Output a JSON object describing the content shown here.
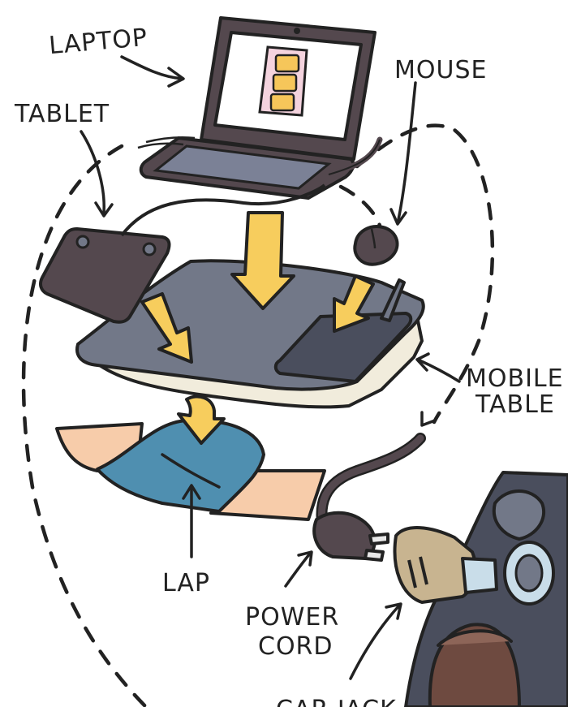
{
  "labels": {
    "laptop": "LAPTOP",
    "mouse": "MOUSE",
    "tablet": "TABLET",
    "mobile_table_line1": "MOBILE",
    "mobile_table_line2": "TABLE",
    "lap": "LAP",
    "power_cord_line1": "POWER",
    "power_cord_line2": "CORD",
    "car_jack": "CAR JACK"
  },
  "colors": {
    "laptop_body": "#54484e",
    "screen": "#ffffff",
    "screen_panel": "#f4d3de",
    "ui_blocks": "#f6c65a",
    "keyboard": "#7b8196",
    "table_top": "#727888",
    "table_cushion": "#f1ecdc",
    "pad_dark": "#4a4e5d",
    "tablet_body": "#54484e",
    "arrow_yellow": "#f7cd5d",
    "skin": "#f7ccaa",
    "jeans": "#4f8fb0",
    "cord": "#54484e",
    "plug_tan": "#c8b490",
    "car_dash": "#4a4e5d",
    "socket_blue": "#c9dde9",
    "car_seat": "#6e4a40"
  }
}
